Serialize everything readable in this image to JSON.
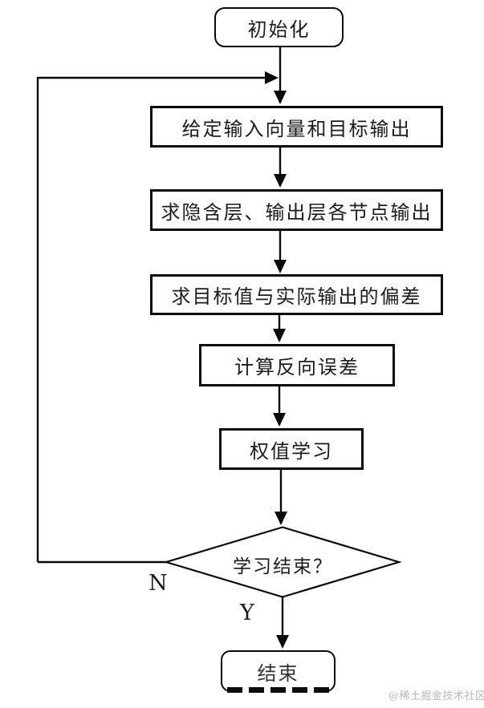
{
  "diagram": {
    "type": "flowchart",
    "nodes": [
      {
        "id": "start",
        "shape": "rounded",
        "label": "初始化"
      },
      {
        "id": "step1",
        "shape": "rect",
        "label": "给定输入向量和目标输出"
      },
      {
        "id": "step2",
        "shape": "rect",
        "label": "求隐含层、输出层各节点输出"
      },
      {
        "id": "step3",
        "shape": "rect",
        "label": "求目标值与实际输出的偏差"
      },
      {
        "id": "step4",
        "shape": "rect",
        "label": "计算反向误差"
      },
      {
        "id": "step5",
        "shape": "rect",
        "label": "权值学习"
      },
      {
        "id": "decision",
        "shape": "diamond",
        "label": "学习结束？"
      },
      {
        "id": "end",
        "shape": "rounded",
        "label": "结束"
      }
    ],
    "branches": {
      "no_label": "N",
      "yes_label": "Y"
    },
    "edges": [
      "start -> step1",
      "step1 -> step2",
      "step2 -> step3",
      "step3 -> step4",
      "step4 -> step5",
      "step5 -> decision",
      "decision -Y-> end",
      "decision -N-> step1 (loop back via left side)"
    ]
  },
  "colors": {
    "line": "#0a0a0a",
    "background": "#ffffff"
  },
  "watermark": {
    "text": "@稀土掘金技术社区",
    "color": "#b9b9b9"
  }
}
